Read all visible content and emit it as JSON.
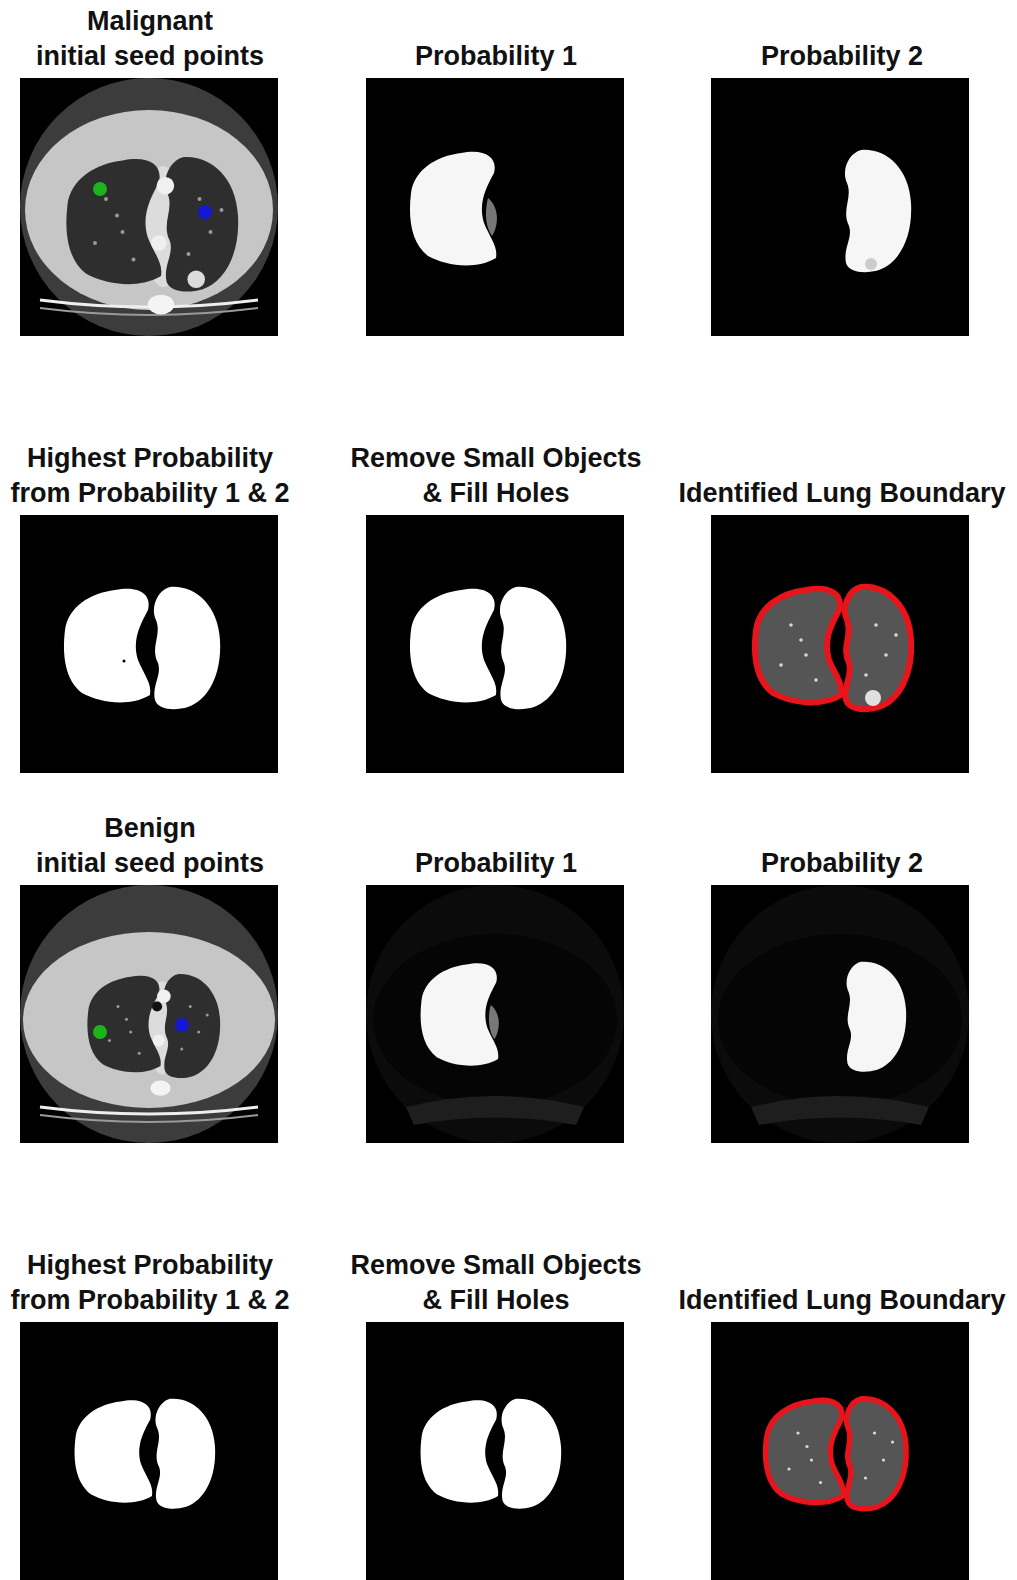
{
  "diagram": {
    "labels": [
      "Malignant",
      "initial seed points",
      "Probability 1",
      "Probability 2",
      "Highest Probability from Probability 1 & 2",
      "Remove Small Objects & Fill Holes",
      "Identified Lung Boundary",
      "Benign",
      "initial seed points",
      "Probability 1",
      "Probability 2",
      "Highest Probability from Probability 1 & 2",
      "Remove Small Objects & Fill Holes",
      "Identified Lung Boundary"
    ]
  }
}
